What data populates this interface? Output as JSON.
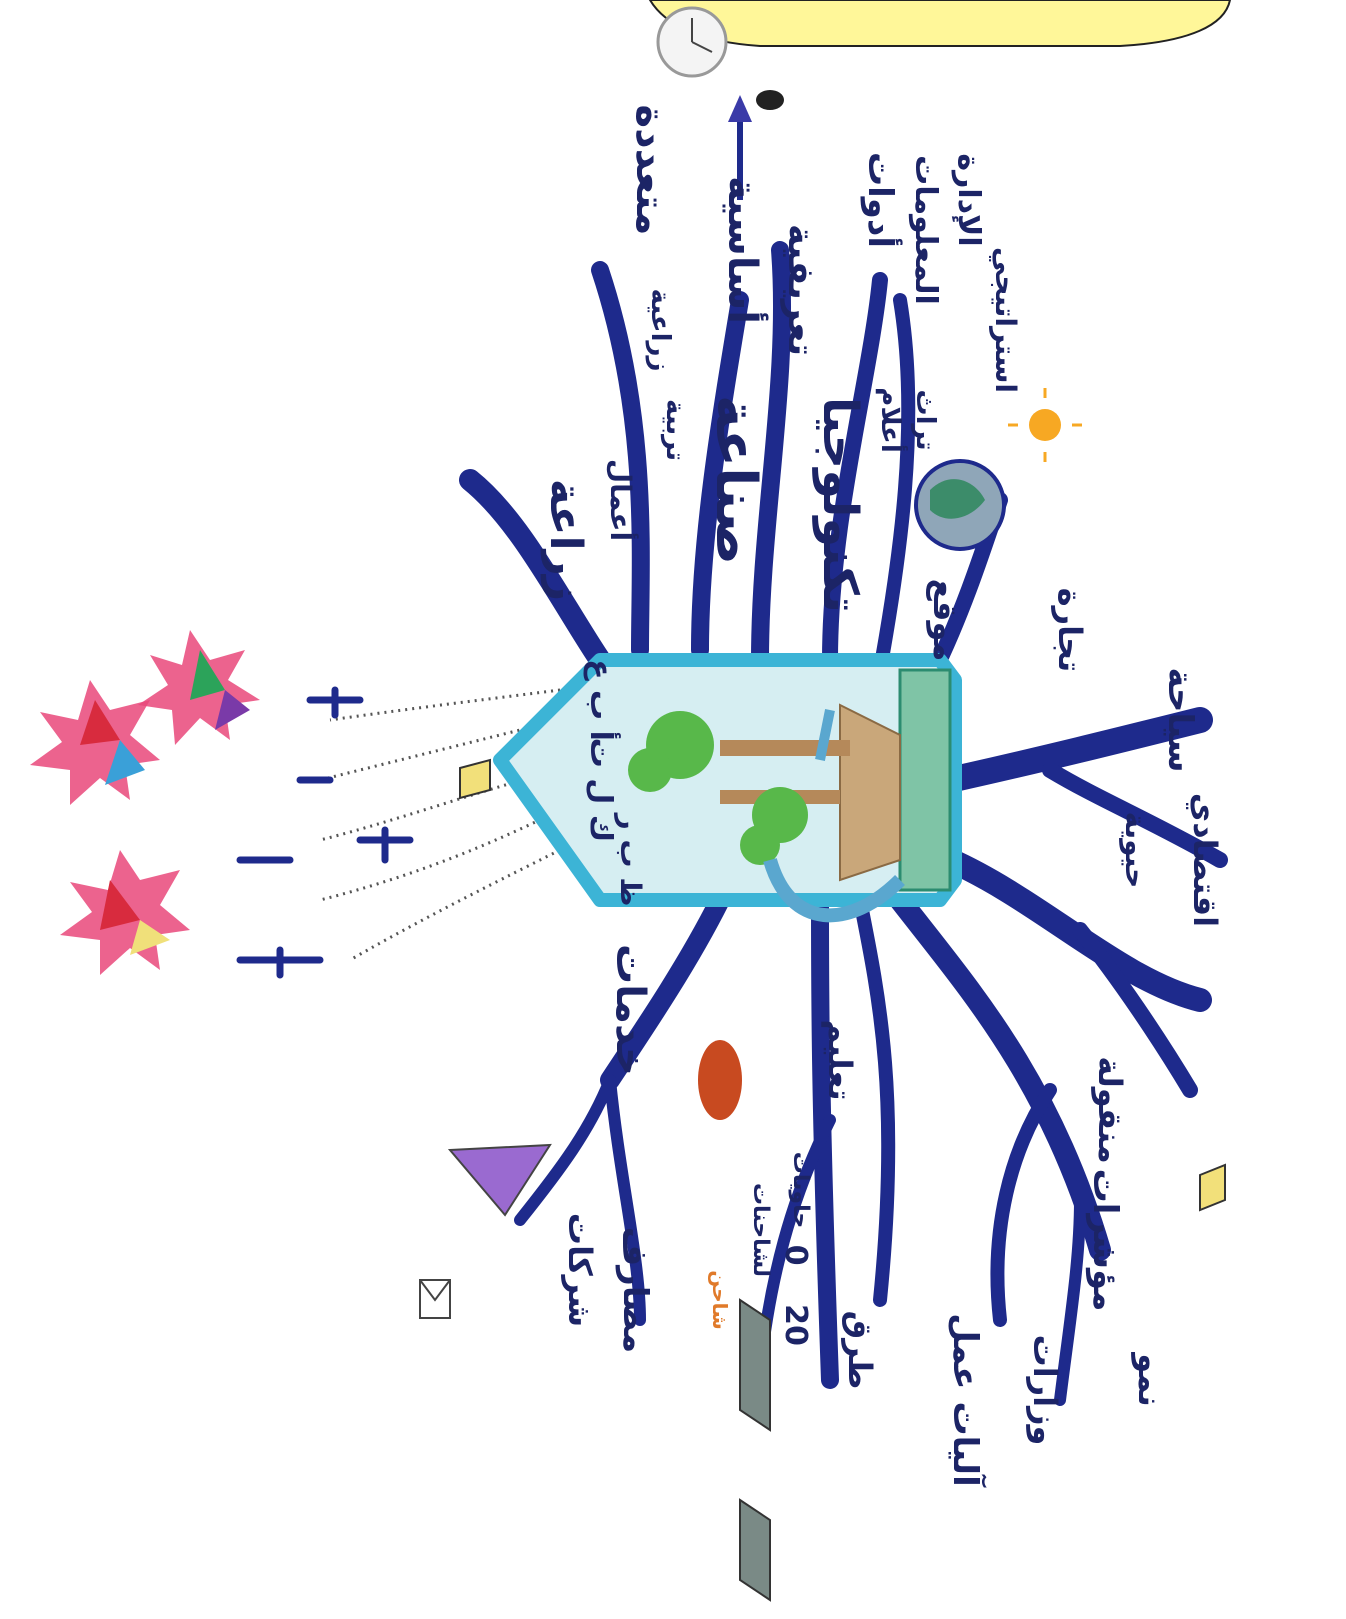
{
  "colors": {
    "branch": "#1e2a8c",
    "branch_light": "#3a4fb5",
    "center_border": "#3cb4d6",
    "center_fill": "#d6eef2",
    "bubble": "#fff799",
    "palm": "#58b84a",
    "stone": "#c9a77a",
    "text": "#1c2466"
  },
  "icons": [
    "clock-icon",
    "arrow-icon",
    "earth-globe-icon",
    "sun-icon",
    "palm-tree-icon",
    "book-icon",
    "star-icon",
    "computer-icon",
    "envelope-icon",
    "plane-icon",
    "camel-icon"
  ],
  "center": {
    "labels": [
      "أ ب ع",
      "ك ل ت",
      "ظ ب ر"
    ]
  },
  "branches": {
    "b1": "متعددة",
    "b2": "أساسية",
    "b3": "تعريفية",
    "b4": "أدوات",
    "b5": "المعلومات",
    "b6": "الإدارة",
    "b7": "استراتيجي",
    "b8": "صناعة",
    "b9": "تكنولوجيا",
    "b10": "تراث",
    "b11": "أعلام",
    "b12": "موقع",
    "b13": "زراعة",
    "b14": "خدمات",
    "b15": "تجارة",
    "b16": "سياحة",
    "b17": "اقتصادي",
    "b18": "حيوية",
    "b19": "منقولة",
    "b20": "مؤشرات",
    "b21": "آليات عمل",
    "b22": "وزارات",
    "b23": "نمو",
    "b24": "مصارف",
    "b25": "شركات",
    "b26": "طرق",
    "b27": "شاحن",
    "b28": "لشاحنات",
    "b29": "حاويات",
    "b30": "تعليم",
    "b31": "20",
    "b32": "0",
    "b33": "زراعية",
    "b34": "تربية",
    "b35": "أعمال"
  }
}
